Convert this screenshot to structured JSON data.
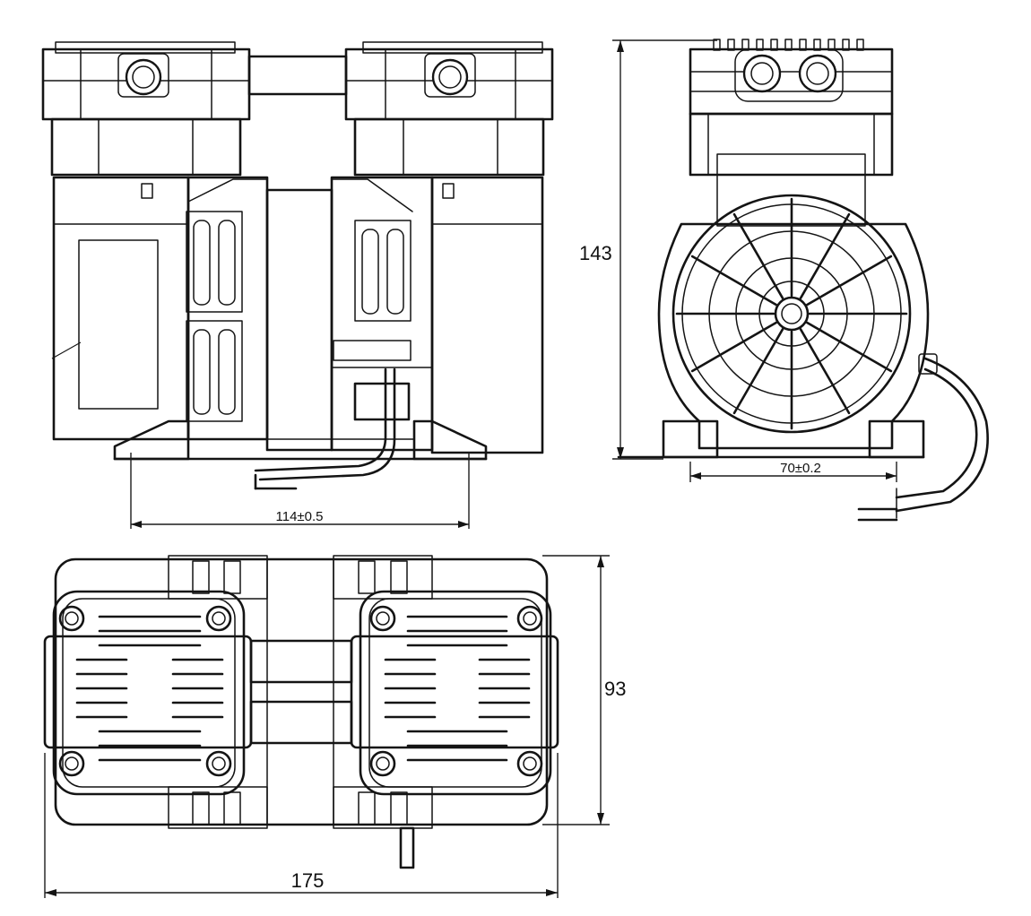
{
  "dimensions": {
    "side_mount_spacing": "114±0.5",
    "height": "143",
    "end_mount_spacing": "70±0.2",
    "depth": "93",
    "length": "175"
  }
}
